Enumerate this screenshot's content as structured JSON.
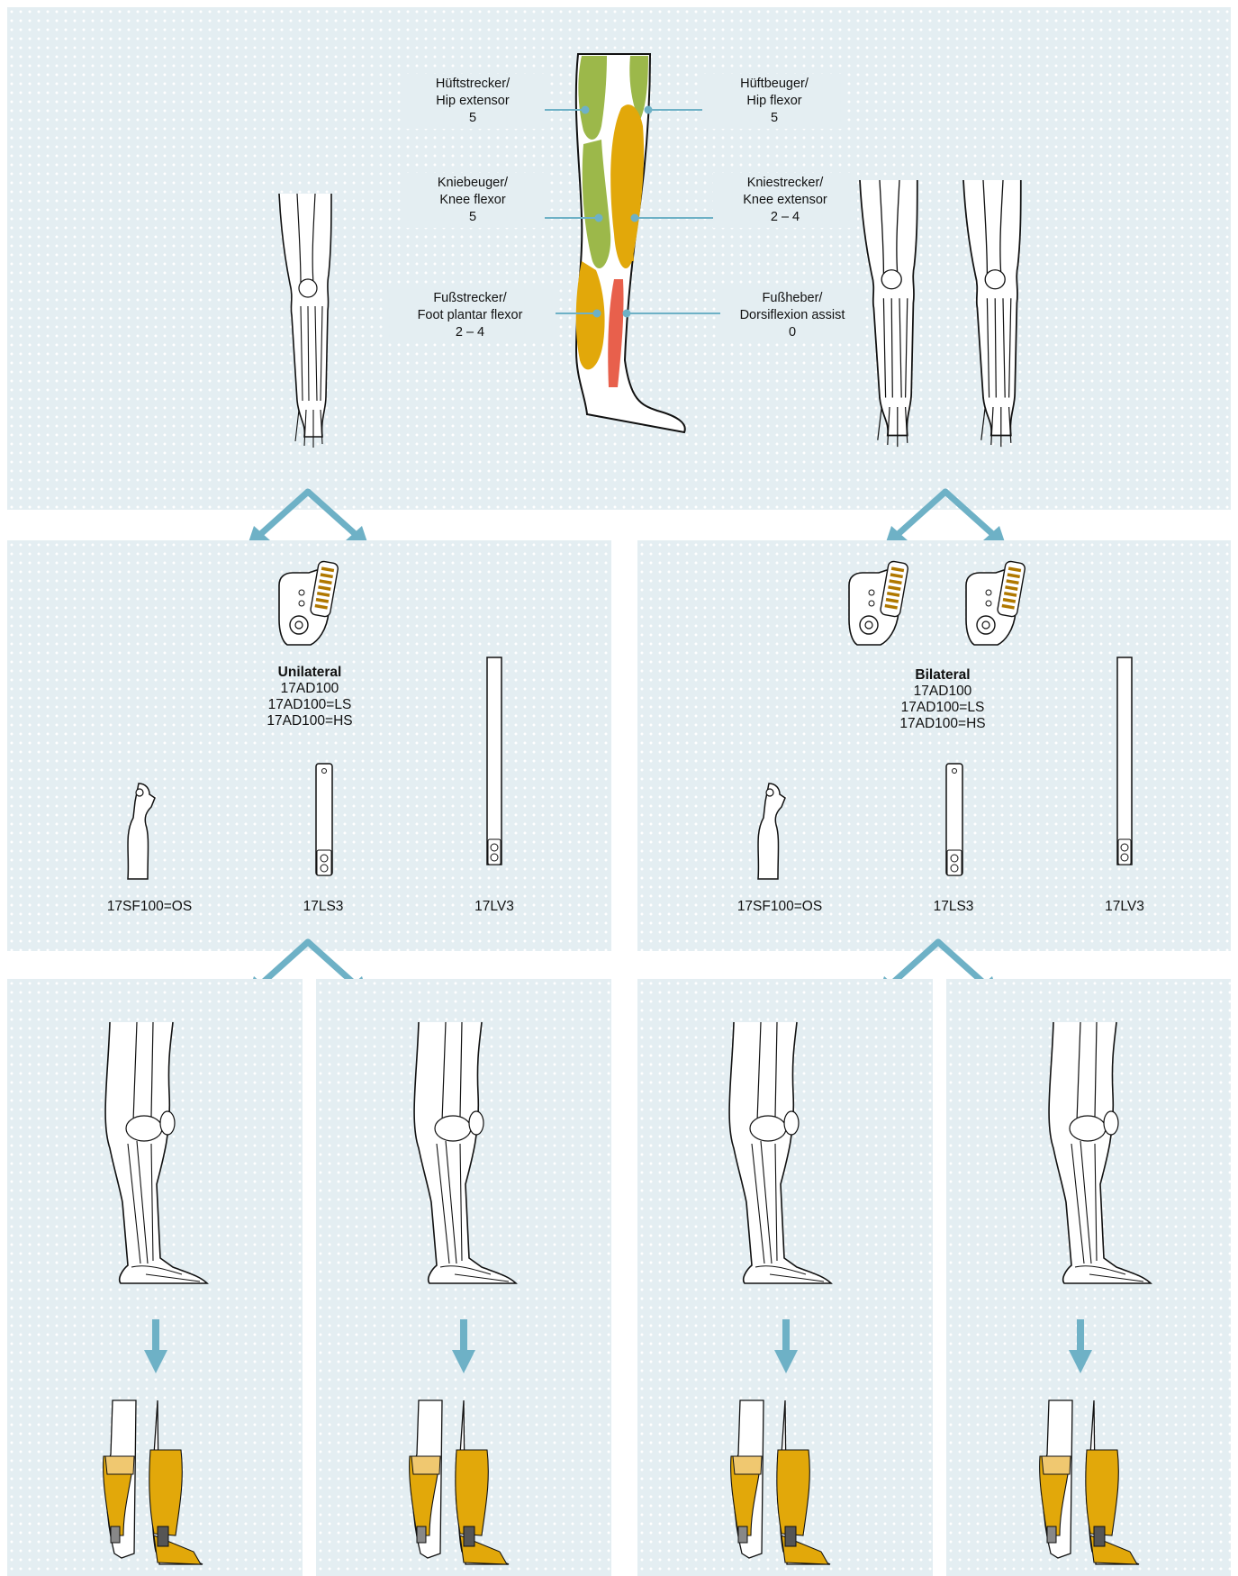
{
  "muscles": [
    {
      "id": "hip-extensor",
      "de": "Hüftstrecker/",
      "en": "Hip extensor",
      "grade": "5",
      "color": "#9cb84a"
    },
    {
      "id": "hip-flexor",
      "de": "Hüftbeuger/",
      "en": "Hip flexor",
      "grade": "5",
      "color": "#9cb84a"
    },
    {
      "id": "knee-flexor",
      "de": "Kniebeuger/",
      "en": "Knee flexor",
      "grade": "5",
      "color": "#9cb84a"
    },
    {
      "id": "knee-extensor",
      "de": "Kniestrecker/",
      "en": "Knee extensor",
      "grade": "2 – 4",
      "color": "#e2a80a"
    },
    {
      "id": "foot-plantar-flexor",
      "de": "Fußstrecker/",
      "en": "Foot plantar flexor",
      "grade": "2 – 4",
      "color": "#e2a80a"
    },
    {
      "id": "dorsiflexion-assist",
      "de": "Fußheber/",
      "en": "Dorsiflexion assist",
      "grade": "0",
      "color": "#e8604c"
    }
  ],
  "unilateral": {
    "title": "Unilateral",
    "codes": [
      "17AD100",
      "17AD100=LS",
      "17AD100=HS"
    ],
    "parts": [
      "17SF100=OS",
      "17LS3",
      "17LV3"
    ]
  },
  "bilateral": {
    "title": "Bilateral",
    "codes": [
      "17AD100",
      "17AD100=LS",
      "17AD100=HS"
    ],
    "parts": [
      "17SF100=OS",
      "17LS3",
      "17LV3"
    ]
  },
  "colors": {
    "panel": "#e4eef2",
    "arrow": "#6eb1c6",
    "orthosis": "#e2a80a",
    "orthosis_light": "#f0c870"
  }
}
